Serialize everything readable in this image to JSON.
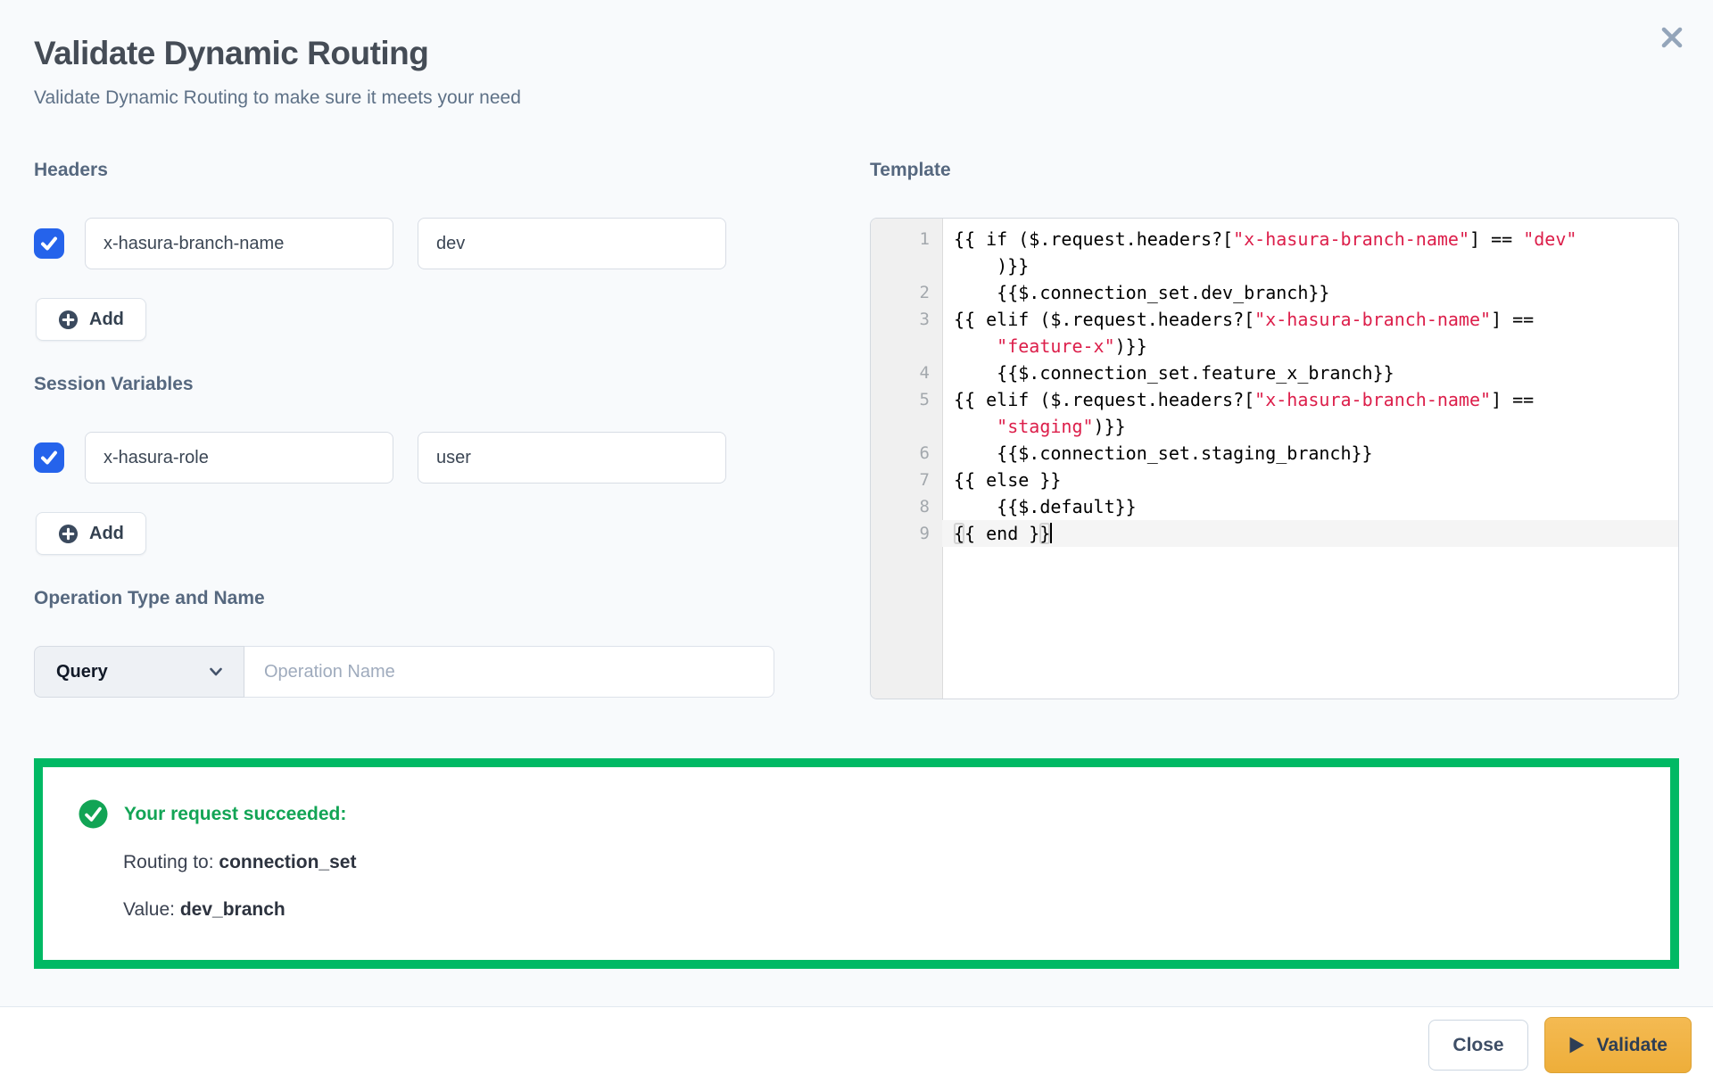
{
  "modal": {
    "title": "Validate Dynamic Routing",
    "subtitle": "Validate Dynamic Routing to make sure it meets your need"
  },
  "headers_section": {
    "label": "Headers",
    "rows": [
      {
        "checked": true,
        "key": "x-hasura-branch-name",
        "value": "dev"
      }
    ],
    "add_label": "Add"
  },
  "session_section": {
    "label": "Session Variables",
    "rows": [
      {
        "checked": true,
        "key": "x-hasura-role",
        "value": "user"
      }
    ],
    "add_label": "Add"
  },
  "operation_section": {
    "label": "Operation Type and Name",
    "type_value": "Query",
    "name_placeholder": "Operation Name",
    "name_value": ""
  },
  "template_section": {
    "label": "Template",
    "rows": [
      {
        "n": "1",
        "segs": [
          [
            "c",
            "{{ if ($.request.headers?["
          ],
          [
            "s",
            "\"x-hasura-branch-name\""
          ],
          [
            "c",
            "] == "
          ],
          [
            "s",
            "\"dev\""
          ]
        ]
      },
      {
        "n": "",
        "segs": [
          [
            "c",
            "    )}}"
          ]
        ]
      },
      {
        "n": "2",
        "segs": [
          [
            "c",
            "    {{$.connection_set.dev_branch}}"
          ]
        ]
      },
      {
        "n": "3",
        "segs": [
          [
            "c",
            "{{ elif ($.request.headers?["
          ],
          [
            "s",
            "\"x-hasura-branch-name\""
          ],
          [
            "c",
            "] =="
          ]
        ]
      },
      {
        "n": "",
        "segs": [
          [
            "c",
            "    "
          ],
          [
            "s",
            "\"feature-x\""
          ],
          [
            "c",
            ")}}"
          ]
        ]
      },
      {
        "n": "4",
        "segs": [
          [
            "c",
            "    {{$.connection_set.feature_x_branch}}"
          ]
        ]
      },
      {
        "n": "5",
        "segs": [
          [
            "c",
            "{{ elif ($.request.headers?["
          ],
          [
            "s",
            "\"x-hasura-branch-name\""
          ],
          [
            "c",
            "] =="
          ]
        ]
      },
      {
        "n": "",
        "segs": [
          [
            "c",
            "    "
          ],
          [
            "s",
            "\"staging\""
          ],
          [
            "c",
            ")}}"
          ]
        ]
      },
      {
        "n": "6",
        "segs": [
          [
            "c",
            "    {{$.connection_set.staging_branch}}"
          ]
        ]
      },
      {
        "n": "7",
        "segs": [
          [
            "c",
            "{{ else }}"
          ]
        ]
      },
      {
        "n": "8",
        "segs": [
          [
            "c",
            "    {{$.default}}"
          ]
        ]
      },
      {
        "n": "9",
        "active": true,
        "cursor": true,
        "segs": [
          [
            "m",
            "{"
          ],
          [
            "c",
            "{ end }"
          ],
          [
            "m",
            "}"
          ]
        ]
      }
    ]
  },
  "result": {
    "heading": "Your request succeeded:",
    "routing_label": "Routing to: ",
    "routing_value": "connection_set",
    "value_label": "Value: ",
    "value_value": "dev_branch"
  },
  "footer": {
    "close_label": "Close",
    "validate_label": "Validate"
  },
  "icons": {
    "close": "close-icon",
    "checkbox_check": "check-icon",
    "add": "plus-circle-icon",
    "select_chevron": "chevron-down-icon",
    "result": "check-circle-icon",
    "validate": "play-icon"
  },
  "colors": {
    "checkbox_blue": "#2563eb",
    "success_border_green": "#00b964",
    "success_text_green": "#12a455",
    "validate_amber": "#f1b245",
    "code_string_red": "#dc1e4a"
  }
}
